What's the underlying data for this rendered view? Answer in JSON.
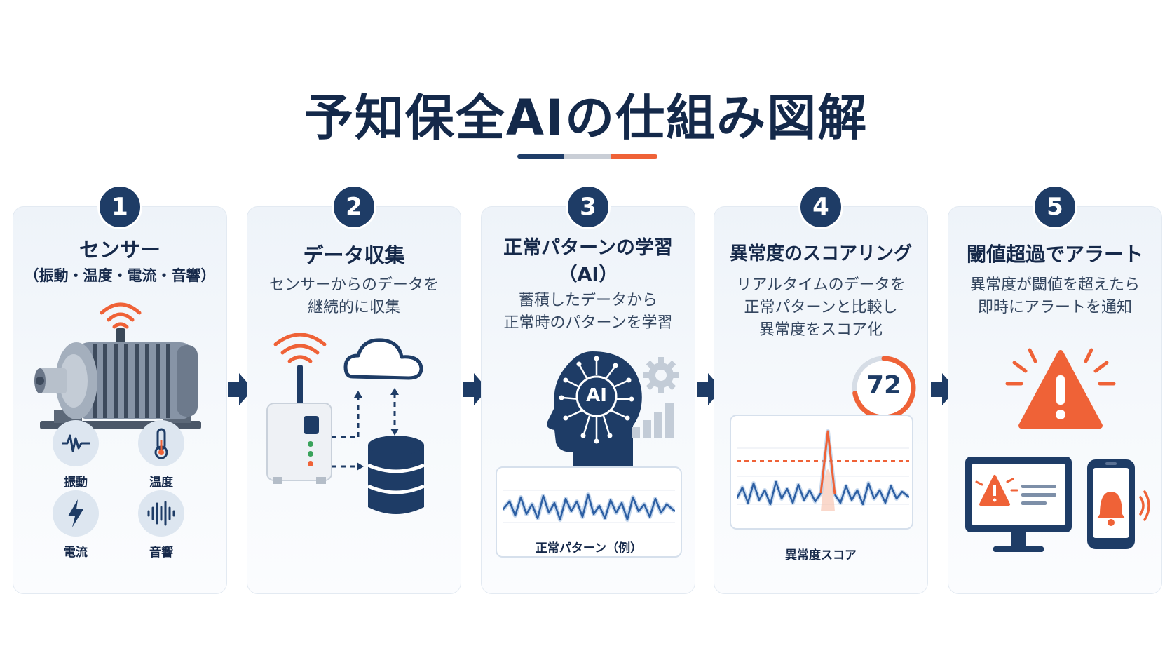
{
  "title": "予知保全AIの仕組み図解",
  "colors": {
    "navy": "#1e3c66",
    "orange": "#ef6237",
    "gray": "#c9ced6",
    "blue": "#3a6fb5"
  },
  "steps": [
    {
      "number": "1",
      "title": "センサー",
      "subtitle": "（振動・温度・電流・音響）",
      "sensors": [
        {
          "label": "振動",
          "icon": "vibration-wave-icon"
        },
        {
          "label": "温度",
          "icon": "thermometer-icon"
        },
        {
          "label": "電流",
          "icon": "lightning-icon"
        },
        {
          "label": "音響",
          "icon": "sound-wave-icon"
        }
      ]
    },
    {
      "number": "2",
      "title": "データ収集",
      "desc_line1": "センサーからのデータを",
      "desc_line2": "継続的に収集"
    },
    {
      "number": "3",
      "title_line1": "正常パターンの学習",
      "title_line2": "（AI）",
      "desc_line1": "蓄積したデータから",
      "desc_line2": "正常時のパターンを学習",
      "brain_label": "AI",
      "caption": "正常パターン（例）"
    },
    {
      "number": "4",
      "title": "異常度のスコアリング",
      "desc_line1": "リアルタイムのデータを",
      "desc_line2": "正常パターンと比較し",
      "desc_line3": "異常度をスコア化",
      "score": "72",
      "score_fraction": 0.72,
      "caption": "異常度スコア"
    },
    {
      "number": "5",
      "title": "閾値超過でアラート",
      "desc_line1": "異常度が閾値を超えたら",
      "desc_line2": "即時にアラートを通知"
    }
  ]
}
